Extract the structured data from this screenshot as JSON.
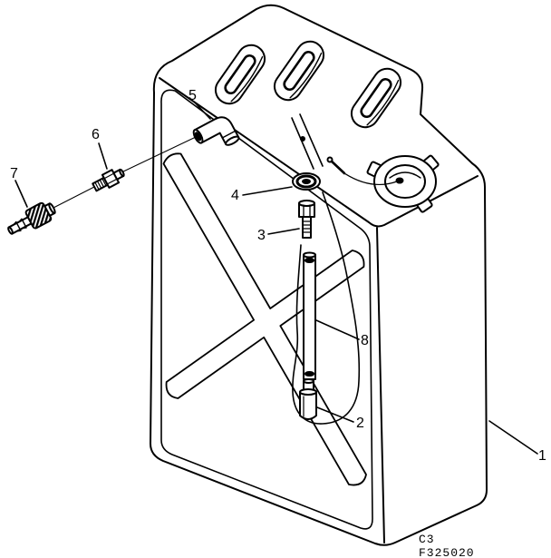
{
  "callouts": {
    "c1": "1",
    "c2": "2",
    "c3": "3",
    "c4": "4",
    "c5": "5",
    "c6": "6",
    "c7": "7",
    "c8": "8"
  },
  "figure_code": "C3",
  "figure_number": "F325020",
  "colors": {
    "line": "#000000",
    "background": "#ffffff"
  }
}
